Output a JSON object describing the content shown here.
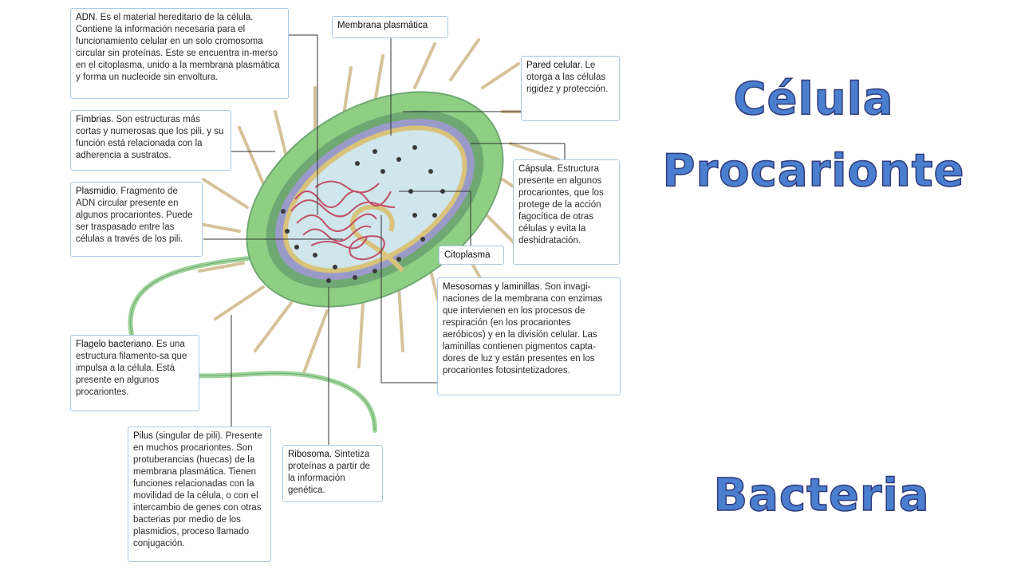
{
  "title_line1": "Célula",
  "title_line2": "Procarionte",
  "subtitle": "Bacteria",
  "labels": {
    "adn": {
      "name": "ADN",
      "text": ". Es el material hereditario de la célula. Contiene la información necesaria para el funcionamiento celular en un solo cromosoma circular sin proteínas. Este se encuentra in-merso en el citoplasma, unido a la membrana plasmática y forma un nucleoide sin envoltura."
    },
    "membrana": {
      "name": "Membrana plasmática",
      "text": ""
    },
    "pared": {
      "name": "Pared celular",
      "text": ". Le otorga a las células rigidez y protección."
    },
    "fimbrias": {
      "name": "Fimbrias",
      "text": ". Son estructuras más cortas y numerosas que los pili, y su función está relacionada con la adherencia a sustratos."
    },
    "capsula": {
      "name": "Cápsula",
      "text": ". Estructura presente en algunos procariontes, que los protege de la acción fagocítica de otras células y evita la deshidratación."
    },
    "plasmidio": {
      "name": "Plasmidio",
      "text": ". Fragmento de ADN circular presente en algunos procariontes. Puede ser traspasado entre las células a través de los pili."
    },
    "citoplasma": {
      "name": "Citoplasma",
      "text": ""
    },
    "mesosomas": {
      "name": "Mesosomas y laminillas",
      "text": ". Son invagi-naciones de la membrana con enzimas que intervienen en los procesos de respiración (en los procariontes aeróbicos) y en la división celular. Las laminillas contienen pigmentos capta-dores de luz y están presentes en los procariontes fotosintetizadores."
    },
    "flagelo": {
      "name": "Flagelo bacteriano",
      "text": ". Es una estructura filamento-sa que impulsa a la célula. Está presente en algunos procariontes."
    },
    "pilus": {
      "name": "Pilus",
      "text": " (singular de pili). Presente en muchos procariontes. Son protuberancias (huecas) de la membrana plasmática. Tienen funciones relacionadas con la movilidad de la célula, o con el intercambio de genes con otras bacterias por medio de los plasmidios, proceso llamado conjugación."
    },
    "ribosoma": {
      "name": "Ribosoma",
      "text": ". Sintetiza proteínas a partir de la información genética."
    }
  },
  "colors": {
    "capsule": "#8fcf84",
    "wall": "#6fa873",
    "membrane_outer": "#9a9ac8",
    "membrane_inner": "#d9c27a",
    "cytoplasm": "#cfe6ec",
    "dna": "#c0506a",
    "title_fill": "#4a7fd0",
    "title_stroke": "#2f3a7a",
    "box_border": "#a9c8e3"
  }
}
